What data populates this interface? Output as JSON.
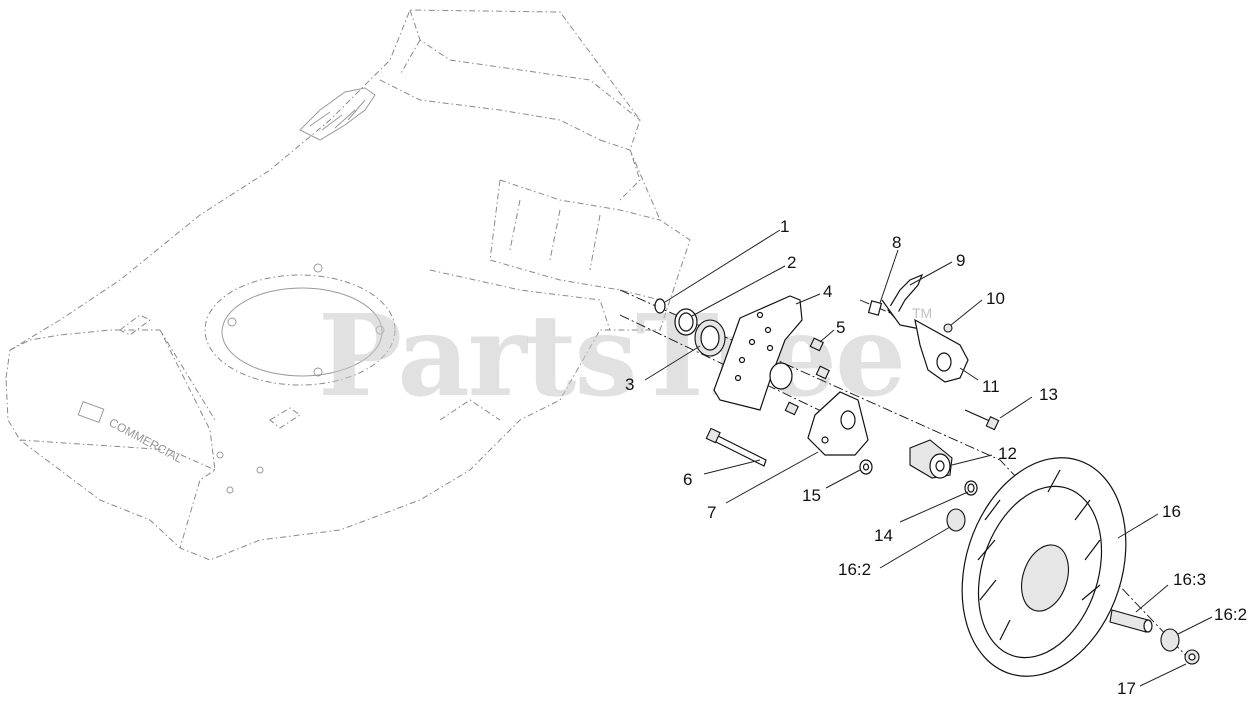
{
  "watermark": {
    "text": "PartsTree",
    "trademark": "TM"
  },
  "deck_brand": {
    "text": "COMMERCIAL"
  },
  "callouts": [
    {
      "label": "1"
    },
    {
      "label": "2"
    },
    {
      "label": "3"
    },
    {
      "label": "4"
    },
    {
      "label": "5"
    },
    {
      "label": "6"
    },
    {
      "label": "7"
    },
    {
      "label": "8"
    },
    {
      "label": "9"
    },
    {
      "label": "10"
    },
    {
      "label": "11"
    },
    {
      "label": "12"
    },
    {
      "label": "13"
    },
    {
      "label": "14"
    },
    {
      "label": "15"
    },
    {
      "label": "16"
    },
    {
      "label": "16:2"
    },
    {
      "label": "16:3"
    },
    {
      "label": "16:2"
    },
    {
      "label": "17"
    }
  ]
}
